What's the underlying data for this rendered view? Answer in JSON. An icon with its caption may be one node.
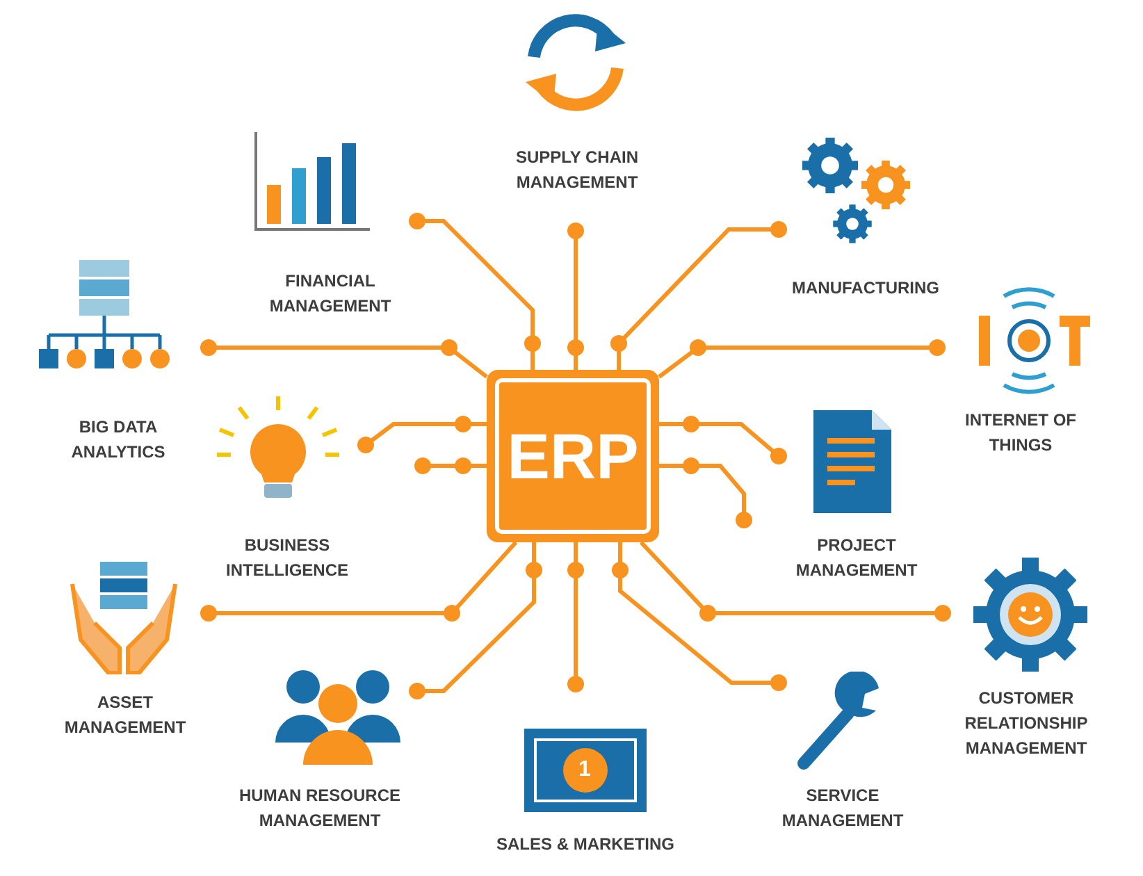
{
  "diagram": {
    "nodes": [
      {
        "text": [
          "ERP"
        ]
      },
      {
        "text": [
          "SUPPLY CHAIN MANAGEMENT"
        ]
      },
      {
        "text": [
          "FINANCIAL MANAGEMENT"
        ]
      },
      {
        "text": [
          "MANUFACTURING"
        ]
      },
      {
        "text": [
          "BIG DATA ANALYTICS"
        ]
      },
      {
        "text": [
          "INTERNET OF THINGS"
        ]
      },
      {
        "text": [
          "BUSINESS INTELLIGENCE"
        ]
      },
      {
        "text": [
          "PROJECT MANAGEMENT"
        ]
      },
      {
        "text": [
          "ASSET MANAGEMENT"
        ]
      },
      {
        "text": [
          "CUSTOMER RELATIONSHIP MANAGEMENT"
        ]
      },
      {
        "text": [
          "HUMAN RESOURCE MANAGEMENT"
        ]
      },
      {
        "text": [
          "SALES & MARKETING"
        ]
      },
      {
        "text": [
          "SERVICE MANAGEMENT"
        ]
      }
    ],
    "edges": [
      {
        "from": 0,
        "to": 1,
        "arrow": "other"
      },
      {
        "from": 0,
        "to": 2,
        "arrow": "other"
      },
      {
        "from": 0,
        "to": 3,
        "arrow": "other"
      },
      {
        "from": 0,
        "to": 4,
        "arrow": "other"
      },
      {
        "from": 0,
        "to": 5,
        "arrow": "other"
      },
      {
        "from": 0,
        "to": 6,
        "arrow": "other"
      },
      {
        "from": 0,
        "to": null,
        "arrow": "other"
      },
      {
        "from": 0,
        "to": 7,
        "arrow": "other"
      },
      {
        "from": 0,
        "to": null,
        "arrow": "other"
      },
      {
        "from": 0,
        "to": 8,
        "arrow": "other"
      },
      {
        "from": 0,
        "to": 10,
        "arrow": "other"
      },
      {
        "from": 0,
        "to": 11,
        "arrow": "other"
      },
      {
        "from": 0,
        "to": 12,
        "arrow": "other"
      },
      {
        "from": 0,
        "to": 9,
        "arrow": "other"
      }
    ],
    "labels": [
      "1"
    ]
  }
}
